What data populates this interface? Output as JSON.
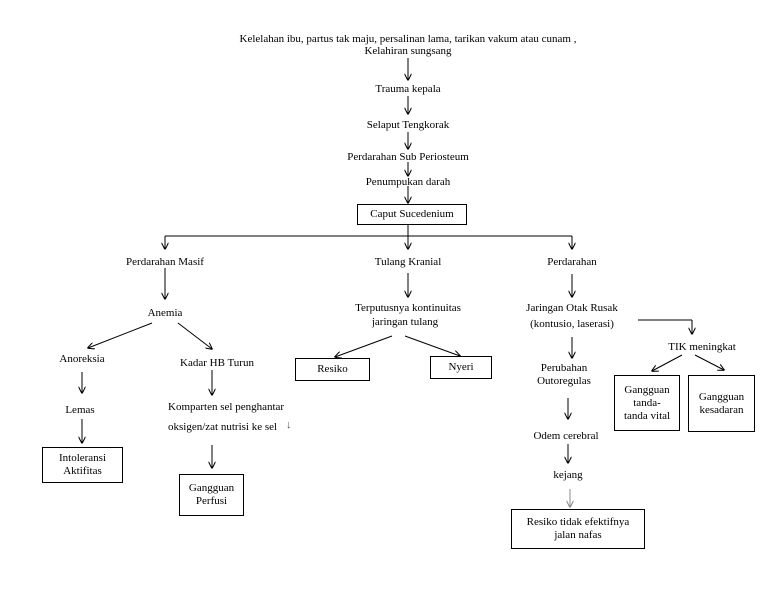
{
  "nodes": {
    "cause": "Kelelahan ibu, partus tak maju, persalinan lama, tarikan vakum atau cunam ,",
    "cause2": "Kelahiran sungsang",
    "trauma": "Trauma kepala",
    "selaput": "Selaput Tengkorak",
    "perdarahan_sub": "Perdarahan Sub Periosteum",
    "penumpukan": "Penumpukan darah",
    "caput": "Caput Sucedenium",
    "perdarahan_masif": "Perdarahan Masif",
    "tulang_kranial": "Tulang Kranial",
    "perdarahan": "Perdarahan",
    "anemia": "Anemia",
    "anoreksia": "Anoreksia",
    "lemas": "Lemas",
    "intoleransi": "Intoleransi\nAktifitas",
    "kadar_hb": "Kadar HB Turun",
    "komparten1": "Komparten sel penghantar",
    "komparten2": "oksigen/zat nutrisi ke sel",
    "gangguan_perfusi": "Gangguan\nPerfusi",
    "terputusnya1": "Terputusnya kontinuitas",
    "terputusnya2": "jaringan tulang",
    "resiko": "Resiko",
    "nyeri": "Nyeri",
    "jaringan_otak1": "Jaringan Otak Rusak",
    "jaringan_otak2": "(kontusio, laserasi)",
    "perubahan": "Perubahan\nOutoregulas",
    "odem": "Odem cerebral",
    "kejang": "kejang",
    "resiko_jalan": "Resiko tidak efektifnya\njalan nafas",
    "tik": "TIK meningkat",
    "gangguan_ttv": "Gangguan\ntanda-\ntanda vital",
    "gangguan_kesadaran": "Gangguan\nkesadaran"
  },
  "small_arrow": "↓"
}
